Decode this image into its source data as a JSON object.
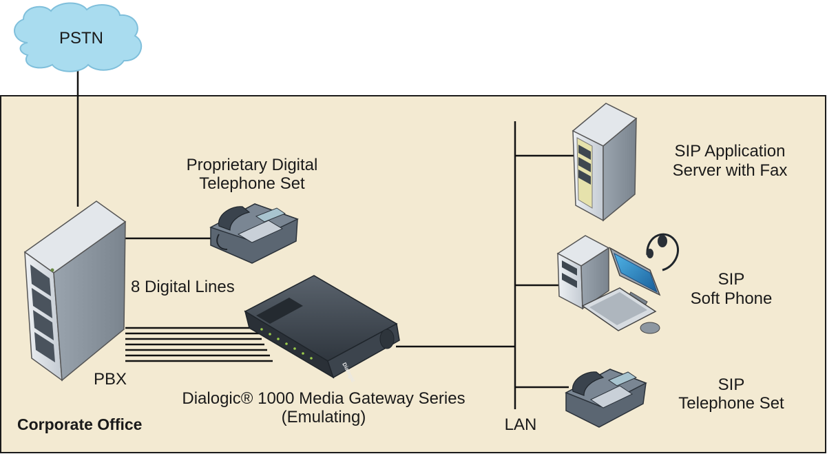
{
  "cloud": {
    "label": "PSTN"
  },
  "office": {
    "label": "Corporate Office"
  },
  "pbx": {
    "label": "PBX"
  },
  "digital_lines": {
    "label": "8 Digital Lines"
  },
  "proprietary_phone": {
    "line1": "Proprietary Digital",
    "line2": "Telephone Set"
  },
  "gateway": {
    "line1": "Dialogic® 1000 Media Gateway Series",
    "line2": "(Emulating)",
    "brand": "Dialogic"
  },
  "lan": {
    "label": "LAN"
  },
  "sip_server": {
    "line1": "SIP Application",
    "line2": "Server with Fax"
  },
  "sip_softphone": {
    "line1": "SIP",
    "line2": "Soft Phone"
  },
  "sip_phone": {
    "line1": "SIP",
    "line2": "Telephone Set"
  },
  "colors": {
    "office_fill": "#f3ead2",
    "cloud_fill": "#a9dcef",
    "device_dark": "#3c4652",
    "device_light": "#c9d0d8"
  }
}
